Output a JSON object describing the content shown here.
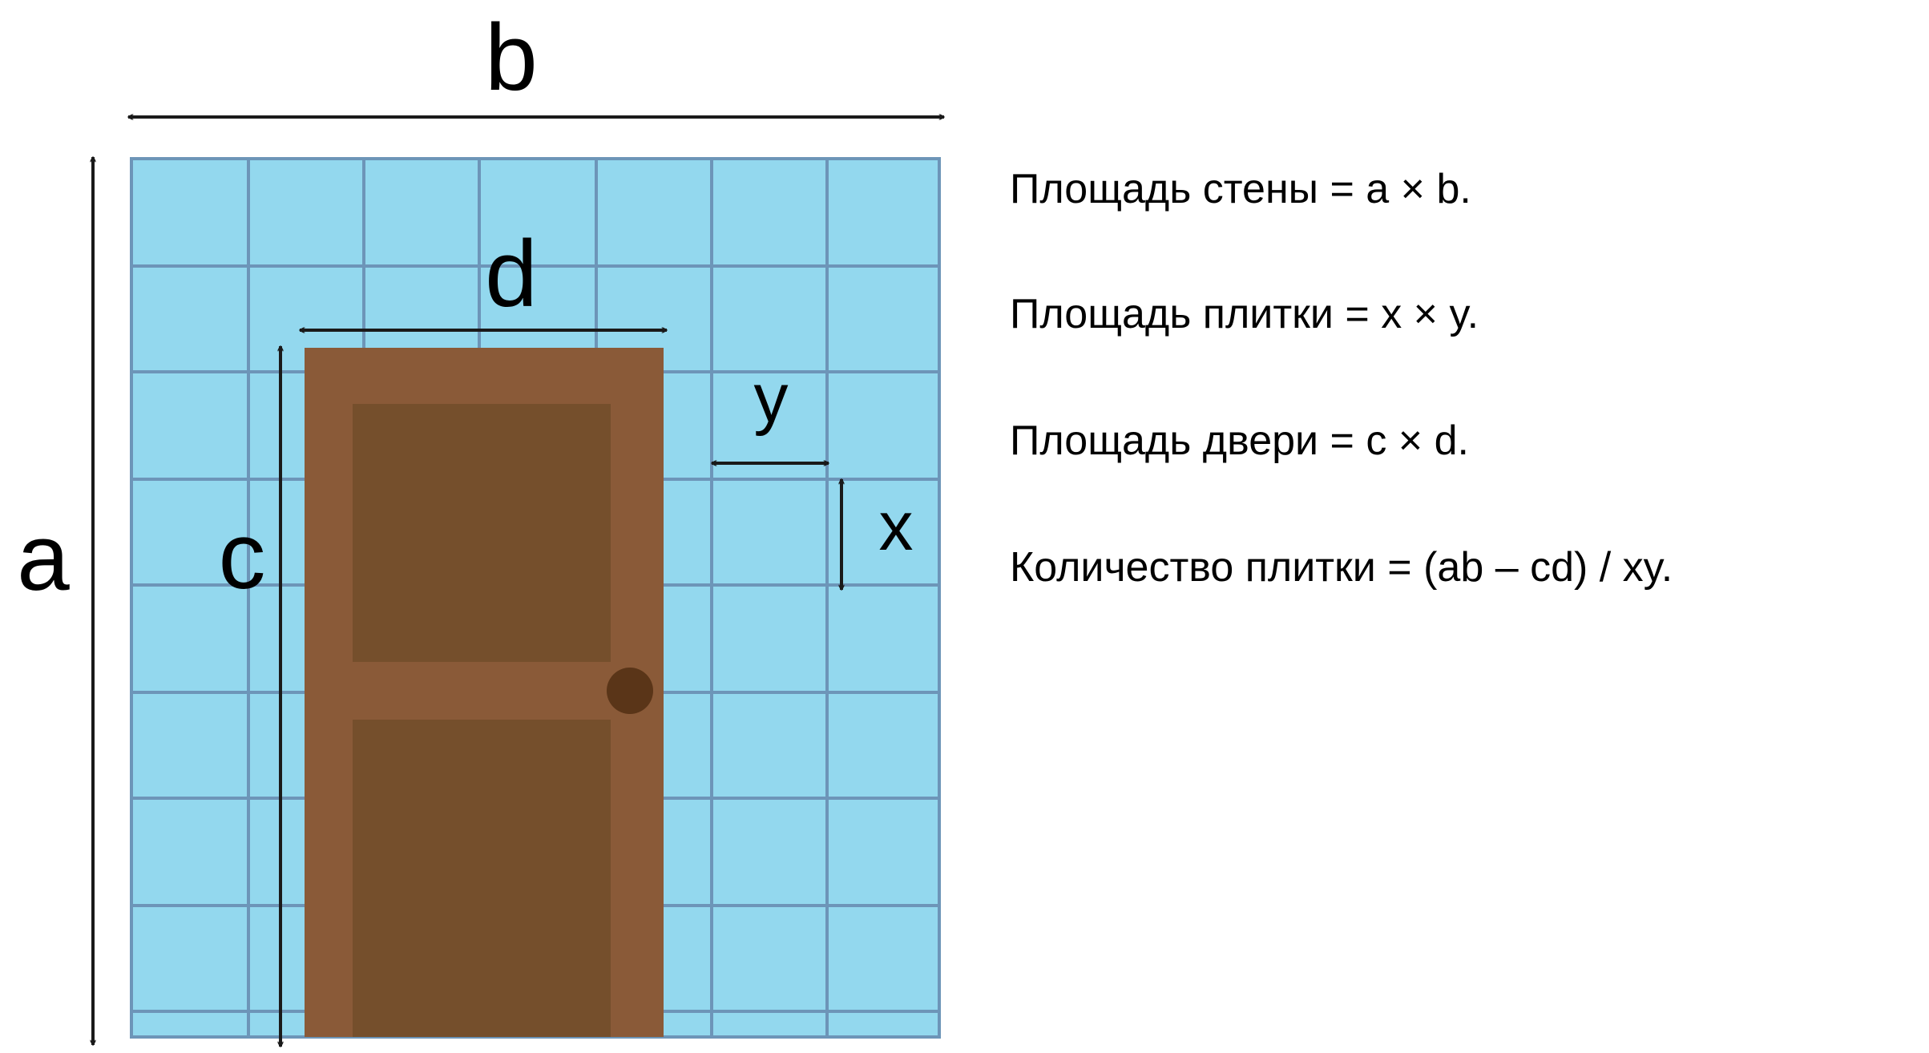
{
  "labels": {
    "a": "a",
    "b": "b",
    "c": "c",
    "d": "d",
    "x": "x",
    "y": "y"
  },
  "formulas": {
    "wall_area": "Площадь стены = a × b.",
    "tile_area": "Площадь плитки = x × y.",
    "door_area": "Площадь двери = c × d.",
    "tile_count": "Количество плитки = (ab – cd) / xy."
  },
  "colors": {
    "tile_fill": "#93d8ee",
    "grout": "#6d95b8",
    "door_frame": "#8a5a38",
    "door_panel": "#754f2c",
    "door_knob": "#5a3518",
    "arrow": "#1a1a1a"
  }
}
